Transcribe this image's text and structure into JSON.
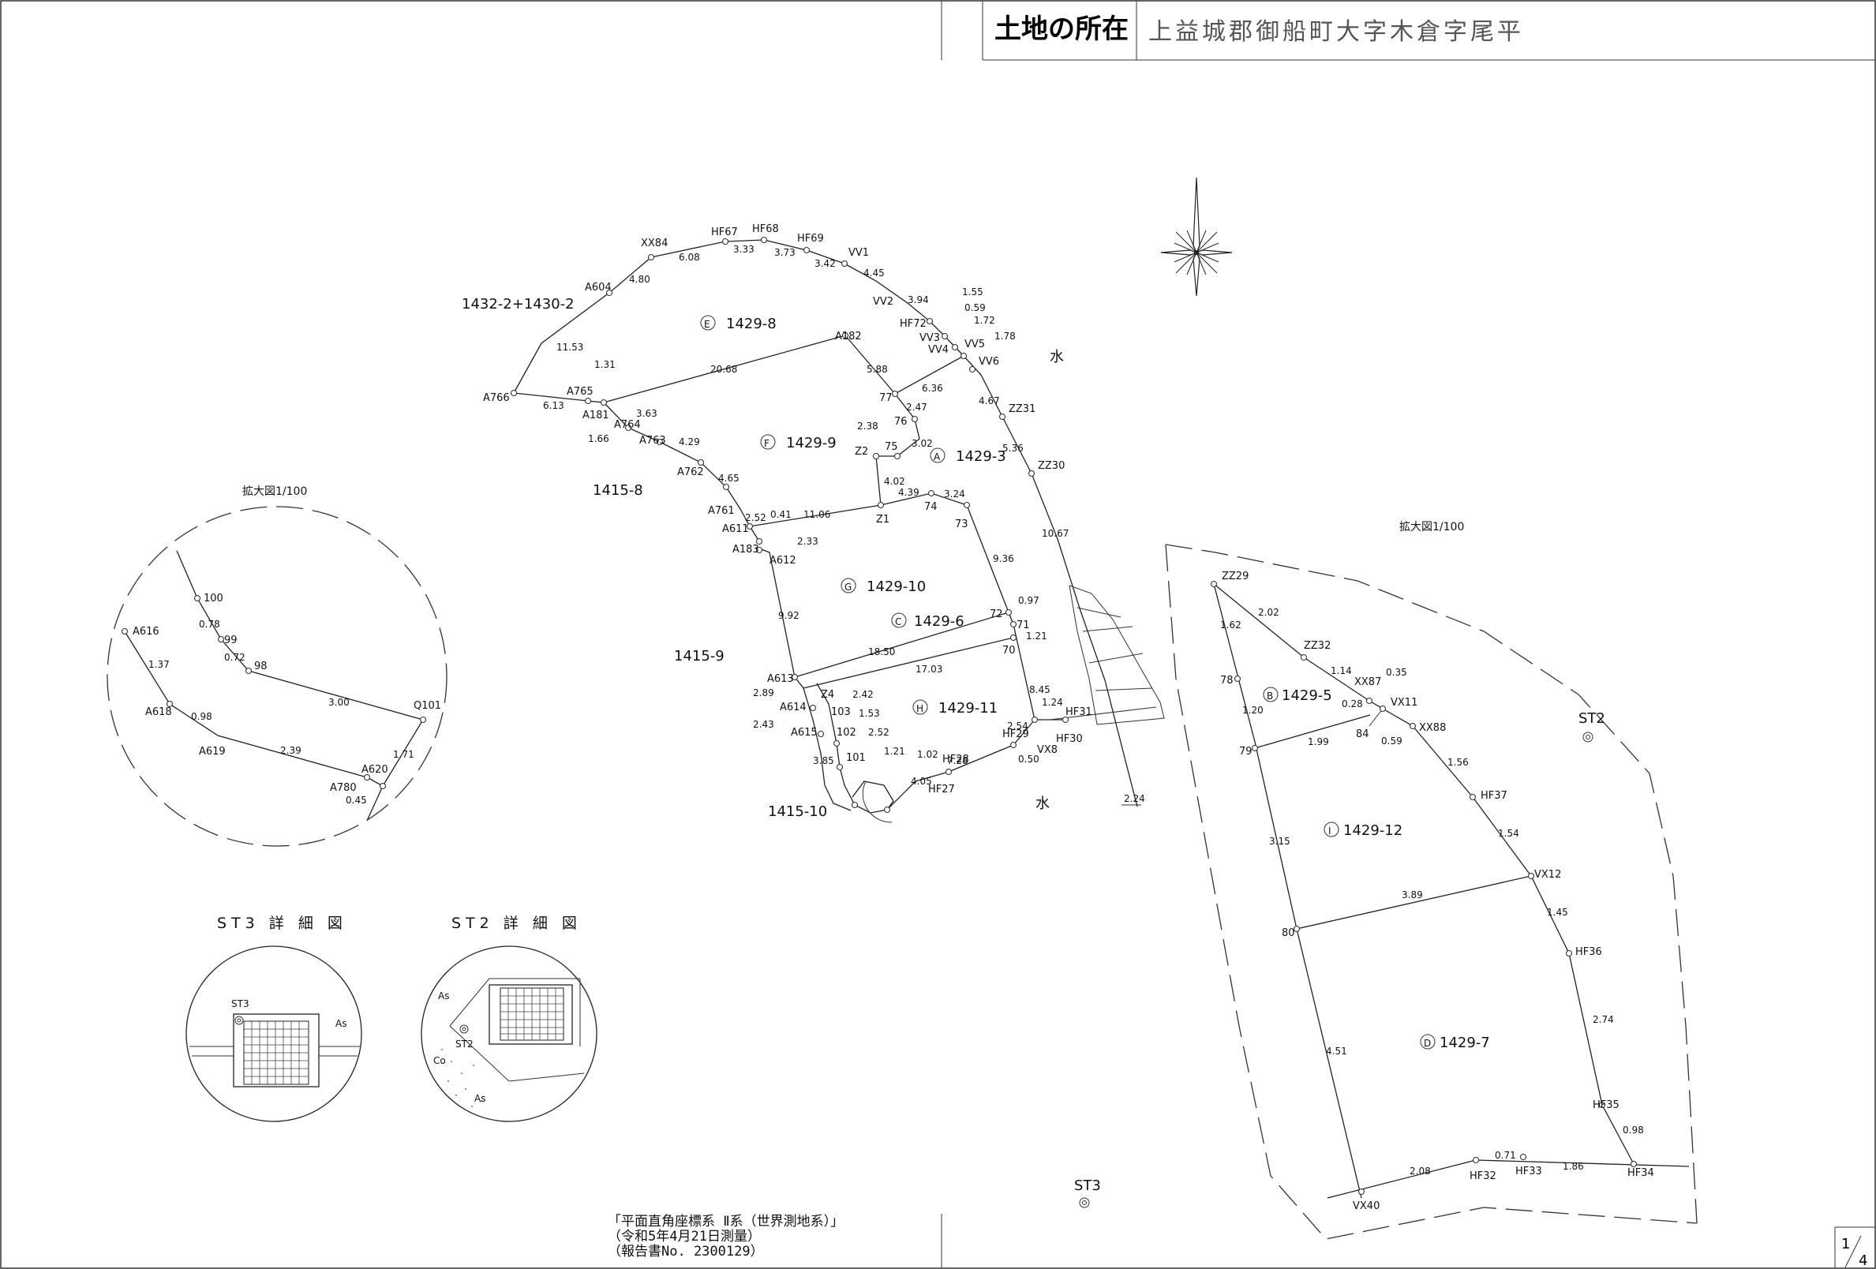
{
  "header": {
    "location_label": "土地の所在",
    "location_value": "上益城郡御船町大字木倉字尾平"
  },
  "page_number": {
    "current": "1",
    "total": "4"
  },
  "enlarged_labels": [
    "拡大図1/100",
    "拡大図1/100"
  ],
  "detail_titles": {
    "st3": "ST3 詳 細 図",
    "st2": "ST2 詳 細 図"
  },
  "survey_note": [
    "「平面直角座標系 Ⅱ系（世界測地系）」",
    "（令和5年4月21日測量）",
    "（報告書No. 2300129）"
  ],
  "water_label": "水",
  "parcels": [
    {
      "letter": "E",
      "number": "1429-8"
    },
    {
      "letter": "F",
      "number": "1429-9"
    },
    {
      "letter": "A",
      "number": "1429-3"
    },
    {
      "letter": "G",
      "number": "1429-10"
    },
    {
      "letter": "C",
      "number": "1429-6"
    },
    {
      "letter": "H",
      "number": "1429-11"
    },
    {
      "letter": "B",
      "number": "1429-5"
    },
    {
      "letter": "I",
      "number": "1429-12"
    },
    {
      "letter": "D",
      "number": "1429-7"
    }
  ],
  "neighbor_lots": [
    "1432-2+1430-2",
    "1415-8",
    "1415-9",
    "1415-10"
  ],
  "stations": [
    "ST2",
    "ST3"
  ],
  "detail_surface_labels": {
    "as": "As",
    "co": "Co",
    "st3": "ST3",
    "st2": "ST2"
  }
}
